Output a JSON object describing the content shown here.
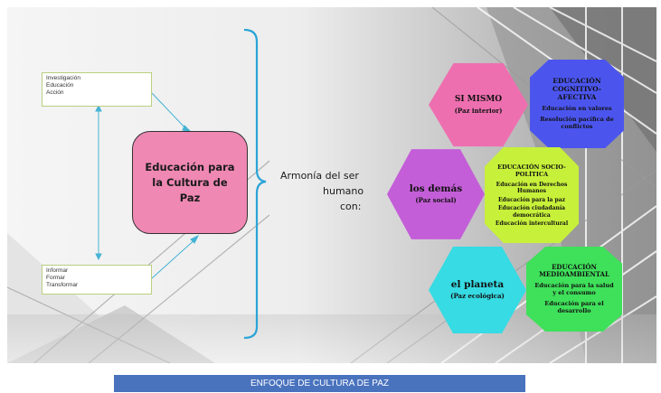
{
  "top_box": {
    "lines": [
      "Investigación",
      "Educación",
      "Acción"
    ]
  },
  "bottom_box": {
    "lines": [
      "Informar",
      "Formar",
      "Transformar"
    ]
  },
  "center_box": {
    "label": "Educación para la Cultura de Paz"
  },
  "armonia": {
    "line1": "Armonía del  ser",
    "line2": "humano",
    "line3": "con:"
  },
  "hexagons": {
    "si_mismo": {
      "title": "SI MISMO",
      "subtitle": "(Paz interior)",
      "color": "#ee6fb0"
    },
    "los_demas": {
      "title": "los demás",
      "subtitle": "(Paz social)",
      "color": "#c45ed8"
    },
    "planeta": {
      "title": "el planeta",
      "subtitle": "(Paz ecológica)",
      "color": "#36dbe3"
    }
  },
  "groups": {
    "cognitivo": {
      "title": "EDUCACIÓN COGNITIVO-AFECTIVA",
      "items": [
        "Educación en valores",
        "Resolución pacífica de conflictos"
      ],
      "color": "#4b55ee"
    },
    "socio": {
      "title": "EDUCACIÓN  SOCIO-POLÍTICA",
      "items": [
        "Educación en Derechos Humanos",
        "Educación para la paz",
        "Educación ciudadanía democrática",
        "Educación intercultural"
      ],
      "color": "#c7f03a"
    },
    "ambiental": {
      "title": "EDUCACIÓN MEDIOAMBIENTAL",
      "items": [
        "Educación para la salud y el consumo",
        "Educación para el desarrollo"
      ],
      "color": "#3fe05a"
    }
  },
  "colors": {
    "arrow": "#45b3d4",
    "brace": "#2aa4d6",
    "box_border": "#b9cf7f"
  },
  "footer": {
    "caption": "ENFOQUE DE CULTURA DE PAZ"
  }
}
